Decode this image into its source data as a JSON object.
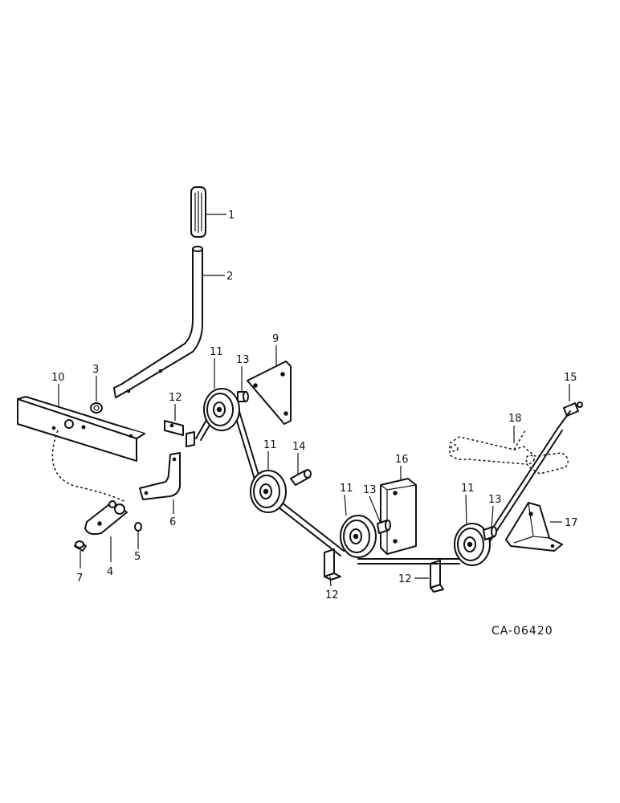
{
  "diagram_code": "CA-06420",
  "callouts": {
    "c1": "1",
    "c2": "2",
    "c3": "3",
    "c4": "4",
    "c5": "5",
    "c6": "6",
    "c7": "7",
    "c9": "9",
    "c10": "10",
    "c11a": "11",
    "c11b": "11",
    "c11c": "11",
    "c11d": "11",
    "c12a": "12",
    "c12b": "12",
    "c12c": "12",
    "c13a": "13",
    "c13b": "13",
    "c13c": "13",
    "c14": "14",
    "c15": "15",
    "c16": "16",
    "c17": "17",
    "c18": "18"
  }
}
